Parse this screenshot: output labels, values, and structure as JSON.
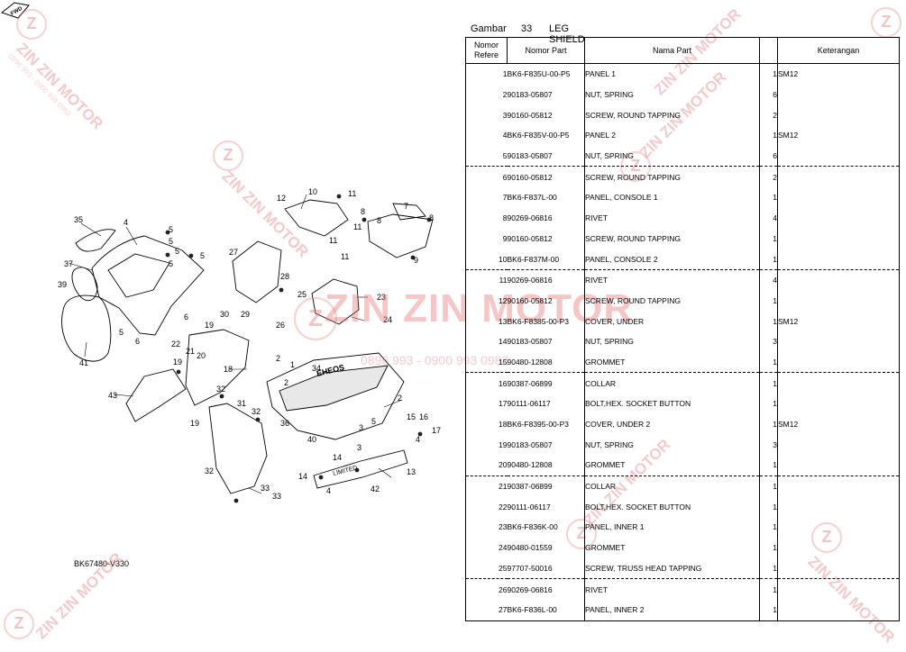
{
  "figure": {
    "label": "Gambar",
    "number": "33",
    "name": "LEG SHIELD"
  },
  "diagram": {
    "reference_code": "BK67480-V330",
    "fwd_label": "FWD",
    "graphic_texts": [
      "EHEOS",
      "LIMITED"
    ],
    "callouts": [
      "35",
      "4",
      "5",
      "5",
      "5",
      "5",
      "37",
      "39",
      "41",
      "6",
      "19",
      "22",
      "21",
      "20",
      "5",
      "6",
      "19",
      "18",
      "43",
      "5",
      "27",
      "28",
      "30",
      "29",
      "12",
      "10",
      "11",
      "11",
      "8",
      "8",
      "7",
      "8",
      "9",
      "11",
      "11",
      "26",
      "25",
      "24",
      "23",
      "2",
      "1",
      "34",
      "36",
      "2",
      "40",
      "3",
      "5",
      "2",
      "3",
      "32",
      "31",
      "32",
      "19",
      "32",
      "33",
      "33",
      "17",
      "15",
      "16",
      "4",
      "14",
      "14",
      "13",
      "42",
      "4"
    ]
  },
  "watermarks": {
    "brand": "ZIN ZIN MOTOR",
    "phone": "0896 993 - 0900 993 0983",
    "mark": "Z"
  },
  "table": {
    "headers": {
      "ref": "Nomor Refere",
      "code": "Nomor Part",
      "name": "Nama Part",
      "qty": "",
      "note": "Keterangan"
    },
    "rows": [
      {
        "ref": "1",
        "code": "BK6-F835U-00-P5",
        "name": "PANEL 1",
        "qty": "1",
        "note": "SM12"
      },
      {
        "ref": "2",
        "code": "90183-05807",
        "name": "NUT, SPRING",
        "qty": "6",
        "note": ""
      },
      {
        "ref": "3",
        "code": "90160-05812",
        "name": "SCREW, ROUND TAPPING",
        "qty": "2",
        "note": ""
      },
      {
        "ref": "4",
        "code": "BK6-F835V-00-P5",
        "name": "PANEL 2",
        "qty": "1",
        "note": "SM12"
      },
      {
        "ref": "5",
        "code": "90183-05807",
        "name": "NUT, SPRING",
        "qty": "6",
        "note": ""
      },
      {
        "ref": "6",
        "code": "90160-05812",
        "name": "SCREW, ROUND TAPPING",
        "qty": "2",
        "note": ""
      },
      {
        "ref": "7",
        "code": "BK6-F837L-00",
        "name": "PANEL, CONSOLE 1",
        "qty": "1",
        "note": ""
      },
      {
        "ref": "8",
        "code": "90269-06816",
        "name": "RIVET",
        "qty": "4",
        "note": ""
      },
      {
        "ref": "9",
        "code": "90160-05812",
        "name": "SCREW, ROUND TAPPING",
        "qty": "1",
        "note": ""
      },
      {
        "ref": "10",
        "code": "BK6-F837M-00",
        "name": "PANEL, CONSOLE 2",
        "qty": "1",
        "note": ""
      },
      {
        "ref": "11",
        "code": "90269-06816",
        "name": "RIVET",
        "qty": "4",
        "note": ""
      },
      {
        "ref": "12",
        "code": "90160-05812",
        "name": "SCREW, ROUND TAPPING",
        "qty": "1",
        "note": ""
      },
      {
        "ref": "13",
        "code": "BK6-F8385-00-P3",
        "name": "COVER, UNDER",
        "qty": "1",
        "note": "SM12"
      },
      {
        "ref": "14",
        "code": "90183-05807",
        "name": "NUT, SPRING",
        "qty": "3",
        "note": ""
      },
      {
        "ref": "15",
        "code": "90480-12808",
        "name": "GROMMET",
        "qty": "1",
        "note": ""
      },
      {
        "ref": "16",
        "code": "90387-06899",
        "name": "COLLAR",
        "qty": "1",
        "note": ""
      },
      {
        "ref": "17",
        "code": "90111-06117",
        "name": "BOLT,HEX. SOCKET BUTTON",
        "qty": "1",
        "note": ""
      },
      {
        "ref": "18",
        "code": "BK6-F8395-00-P3",
        "name": "COVER, UNDER 2",
        "qty": "1",
        "note": "SM12"
      },
      {
        "ref": "19",
        "code": "90183-05807",
        "name": "NUT, SPRING",
        "qty": "3",
        "note": ""
      },
      {
        "ref": "20",
        "code": "90480-12808",
        "name": "GROMMET",
        "qty": "1",
        "note": ""
      },
      {
        "ref": "21",
        "code": "90387-06899",
        "name": "COLLAR",
        "qty": "1",
        "note": ""
      },
      {
        "ref": "22",
        "code": "90111-06117",
        "name": "BOLT,HEX. SOCKET BUTTON",
        "qty": "1",
        "note": ""
      },
      {
        "ref": "23",
        "code": "BK6-F836K-00",
        "name": "PANEL, INNER 1",
        "qty": "1",
        "note": ""
      },
      {
        "ref": "24",
        "code": "90480-01559",
        "name": "GROMMET",
        "qty": "1",
        "note": ""
      },
      {
        "ref": "25",
        "code": "97707-50016",
        "name": "SCREW, TRUSS HEAD TAPPING",
        "qty": "1",
        "note": ""
      },
      {
        "ref": "26",
        "code": "90269-06816",
        "name": "RIVET",
        "qty": "1",
        "note": ""
      },
      {
        "ref": "27",
        "code": "BK6-F836L-00",
        "name": "PANEL, INNER 2",
        "qty": "1",
        "note": ""
      }
    ]
  }
}
